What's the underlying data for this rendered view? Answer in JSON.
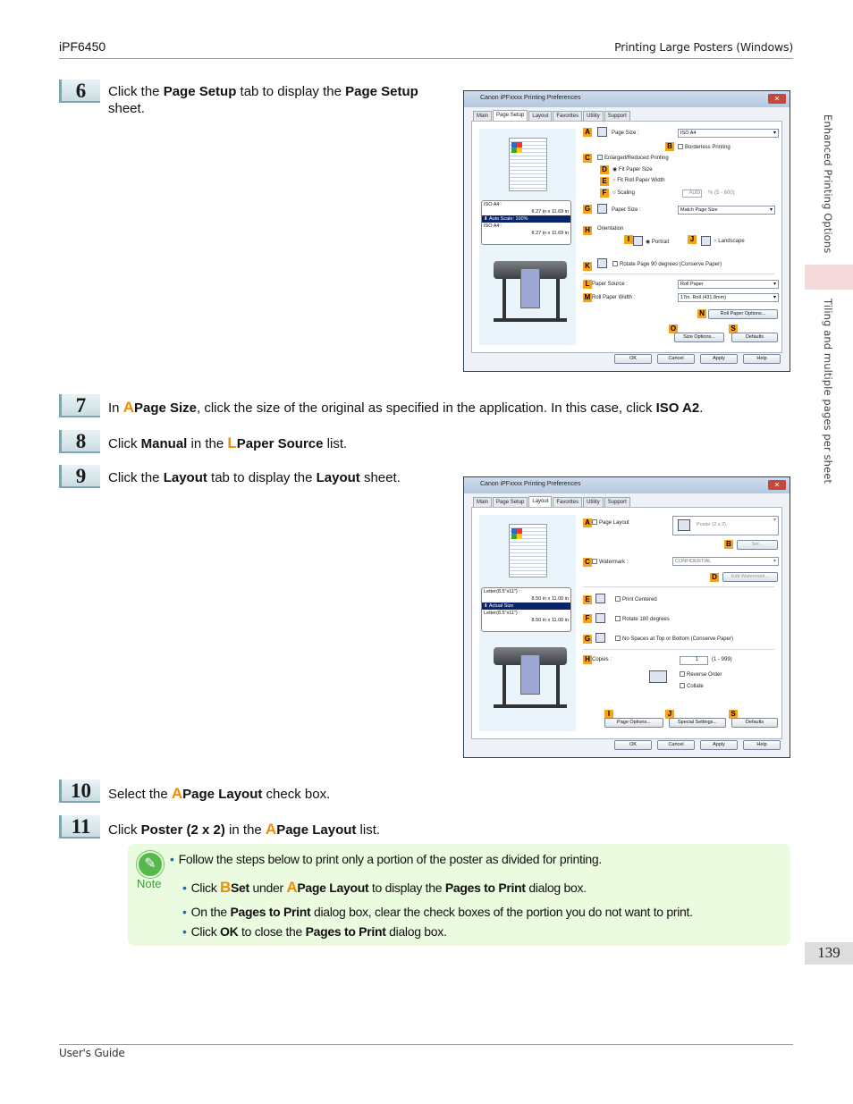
{
  "header": {
    "left": "iPF6450",
    "right": "Printing Large Posters (Windows)"
  },
  "sidebar": {
    "section": "Enhanced Printing Options",
    "subsection": "Tiling and multiple pages per sheet"
  },
  "page_number": "139",
  "footer": "User's Guide",
  "steps": [
    {
      "num": "6",
      "pre": "Click the ",
      "b1": "Page Setup",
      "mid": " tab to display the ",
      "b2": "Page Setup",
      "post": " sheet."
    },
    {
      "num": "7",
      "pre": "In ",
      "lbl": "A",
      "b1": "Page Size",
      "mid": ", click the size of the original as specified in the application. In this case, click ",
      "b2": "ISO A2",
      "post": "."
    },
    {
      "num": "8",
      "pre": "Click ",
      "b1": "Manual",
      "mid": " in the ",
      "lbl": "L",
      "b2": "Paper Source",
      "post": " list."
    },
    {
      "num": "9",
      "pre": "Click the ",
      "b1": "Layout",
      "mid": " tab to display the ",
      "b2": "Layout",
      "post": " sheet."
    },
    {
      "num": "10",
      "pre": "Select the ",
      "lbl": "A",
      "b1": "Page Layout",
      "post": " check box."
    },
    {
      "num": "11",
      "pre": "Click ",
      "b1": "Poster (2 x 2)",
      "mid": " in the ",
      "lbl": "A",
      "b2": "Page Layout",
      "post": " list."
    }
  ],
  "note": {
    "label": "Note",
    "intro": "Follow the steps below to print only a portion of the poster as divided for printing.",
    "b1": {
      "pre": "Click ",
      "lbl": "B",
      "bold1": "Set",
      "mid": " under ",
      "lbl2": "A",
      "bold2": "Page Layout",
      "mid2": " to display the ",
      "bold3": "Pages to Print",
      "post": " dialog box."
    },
    "b2": {
      "pre": "On the ",
      "bold1": "Pages to Print",
      "post": " dialog box, clear the check boxes of the portion you do not want to print."
    },
    "b3": {
      "pre": "Click ",
      "bold1": "OK",
      "mid": " to close the ",
      "bold2": "Pages to Print",
      "post": " dialog box."
    }
  },
  "dialog_common": {
    "title": "Canon iPFxxxx Printing Preferences",
    "close": "✕",
    "tabs": [
      "Main",
      "Page Setup",
      "Layout",
      "Favorites",
      "Utility",
      "Support"
    ],
    "ok": "OK",
    "cancel": "Cancel",
    "apply": "Apply",
    "help": "Help"
  },
  "dialog1": {
    "info": [
      "ISO A4 :",
      "8.27 in x 11.69 in",
      "Auto Scale: 100%",
      "ISO A4 :",
      "8.27 in x 11.69 in"
    ],
    "page_size_label": "Page Size :",
    "page_size_value": "ISO A4",
    "borderless": "Borderless Printing",
    "enlarged": "Enlarged/Reduced Printing",
    "fit_paper": "Fit Paper Size",
    "fit_roll": "Fit Roll Paper Width",
    "scaling": "Scaling",
    "scaling_value": "Auto",
    "scaling_range": "% (5 - 600)",
    "paper_size_label": "Paper Size :",
    "paper_size_value": "Match Page Size",
    "orientation": "Orientation",
    "portrait": "Portrait",
    "landscape": "Landscape",
    "rotate": "Rotate Page 90 degrees (Conserve Paper)",
    "paper_source_label": "Paper Source :",
    "paper_source_value": "Roll Paper",
    "roll_width_label": "Roll Paper Width :",
    "roll_width_value": "17in. Roll (431.8mm)",
    "roll_options": "Roll Paper Options...",
    "size_options": "Size Options...",
    "defaults": "Defaults",
    "markers": [
      "A",
      "B",
      "C",
      "D",
      "E",
      "F",
      "G",
      "H",
      "I",
      "J",
      "K",
      "L",
      "M",
      "N",
      "O",
      "S"
    ]
  },
  "dialog2": {
    "info": [
      "Letter(8.5\"x11\") :",
      "8.50 in x 11.00 in",
      "Actual Size",
      "Letter(8.5\"x11\") :",
      "8.50 in x 11.00 in"
    ],
    "page_layout": "Page Layout",
    "page_layout_value": "Poster (2 x 2)",
    "set": "Set...",
    "watermark": "Watermark :",
    "watermark_value": "CONFIDENTIAL",
    "edit_watermark": "Edit Watermark...",
    "print_centered": "Print Centered",
    "rotate180": "Rotate 180 degrees",
    "no_spaces": "No Spaces at Top or Bottom (Conserve Paper)",
    "copies": "Copies :",
    "copies_value": "1",
    "copies_range": "(1 - 999)",
    "reverse": "Reverse Order",
    "collate": "Collate",
    "page_options": "Page Options...",
    "special": "Special Settings...",
    "defaults": "Defaults",
    "markers": [
      "A",
      "B",
      "C",
      "D",
      "E",
      "F",
      "G",
      "H",
      "I",
      "J",
      "S"
    ]
  }
}
